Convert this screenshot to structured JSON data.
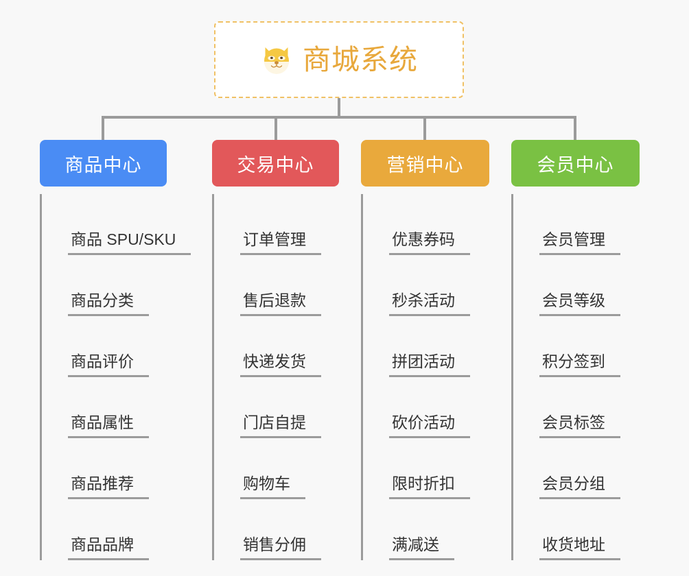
{
  "canvas": {
    "background_color": "#f8f8f8",
    "line_color": "#9b9b9b",
    "leaf_text_color": "#333333"
  },
  "root": {
    "icon": "shiba-dog-face-emoji",
    "title": "商城系统",
    "title_color": "#e8a83c",
    "border_color": "#f0c165",
    "border_style": "dashed",
    "background_color": "#ffffff"
  },
  "columns": [
    {
      "header": "商品中心",
      "color": "#4a8cf4",
      "items": [
        "商品 SPU/SKU",
        "商品分类",
        "商品评价",
        "商品属性",
        "商品推荐",
        "商品品牌"
      ]
    },
    {
      "header": "交易中心",
      "color": "#e2585a",
      "items": [
        "订单管理",
        "售后退款",
        "快递发货",
        "门店自提",
        "购物车",
        "销售分佣"
      ]
    },
    {
      "header": "营销中心",
      "color": "#e9a93c",
      "items": [
        "优惠券码",
        "秒杀活动",
        "拼团活动",
        "砍价活动",
        "限时折扣",
        "满减送"
      ]
    },
    {
      "header": "会员中心",
      "color": "#7ac143",
      "items": [
        "会员管理",
        "会员等级",
        "积分签到",
        "会员标签",
        "会员分组",
        "收货地址"
      ]
    }
  ]
}
